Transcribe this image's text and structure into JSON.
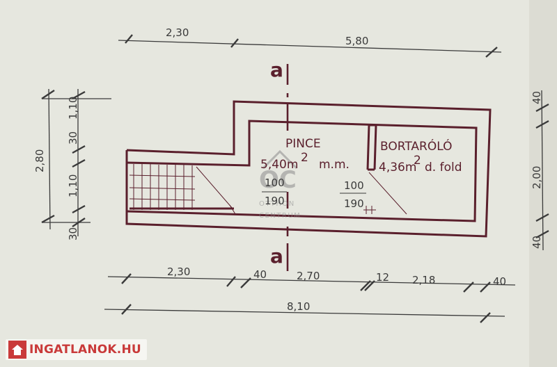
{
  "dimensions": {
    "top_left": "2,30",
    "top_right": "5,80",
    "left_total": "2,80",
    "left_upper": "1,10",
    "left_gap": "30",
    "left_mid": "1,10",
    "left_bottom": "30",
    "right_top": "40",
    "right_mid": "2,00",
    "right_bottom": "40",
    "bottom_a": "2,30",
    "bottom_b": "40",
    "bottom_c": "2,70",
    "bottom_d": "12",
    "bottom_e": "2,18",
    "bottom_f": "40",
    "bottom_total": "8,10"
  },
  "section": {
    "top": "a",
    "bottom": "a"
  },
  "rooms": {
    "pince": {
      "name": "PINCE",
      "area": "5,40m",
      "sup": "2",
      "suffix": "m.m.",
      "door_w": "100",
      "door_h": "190"
    },
    "bortarolo": {
      "name": "BORTARÓLÓ",
      "area": "4,36m",
      "sup": "2",
      "suffix": "d. fold",
      "door_w": "100",
      "door_h": "190"
    }
  },
  "watermark": {
    "mark": "OC",
    "line1": "OTTHON",
    "line2": "CENTRUM"
  },
  "logo": {
    "text": "INGATLANOK.HU"
  },
  "colors": {
    "paper": "#e6e7df",
    "ink": "#5a1f2c",
    "dim_ink": "#3a3a3a",
    "logo_red": "#c93a3a"
  }
}
